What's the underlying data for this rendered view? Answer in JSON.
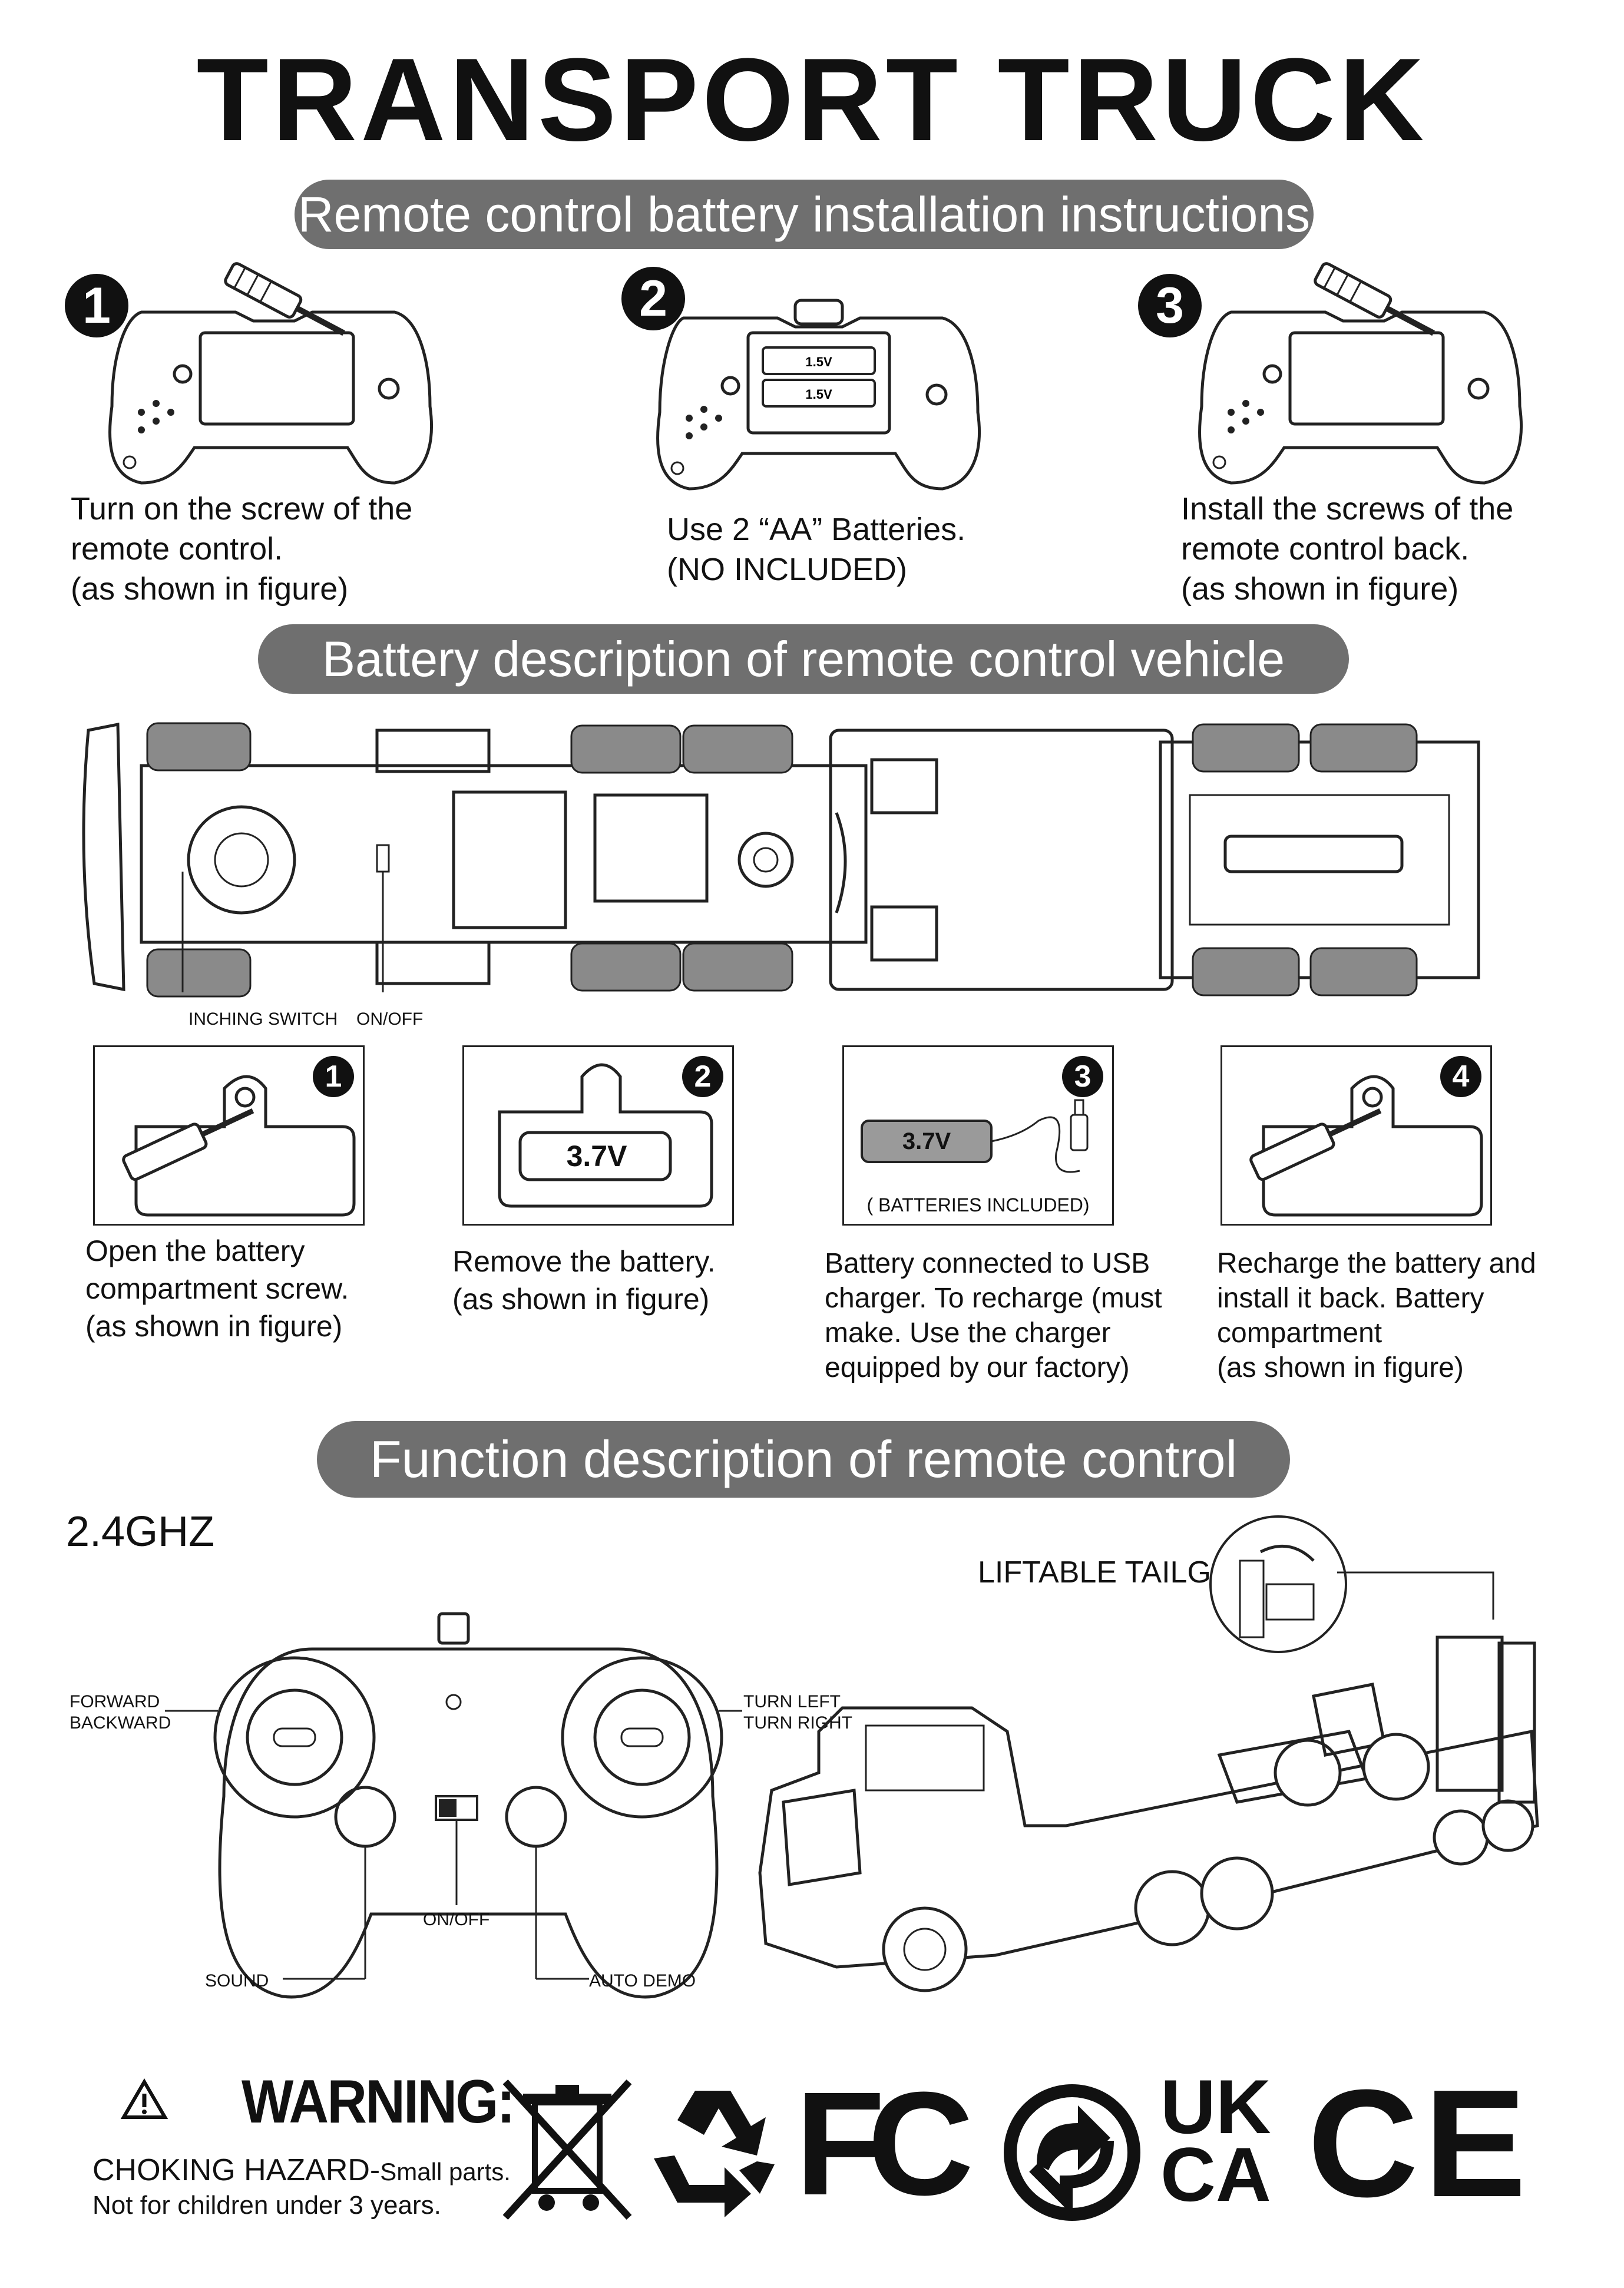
{
  "title": "TRANSPORT TRUCK",
  "sections": {
    "remote_battery": "Remote control battery installation instructions",
    "vehicle_battery": "Battery description of remote control vehicle",
    "function": "Function description of remote control"
  },
  "remote_steps": [
    {
      "num": "1",
      "text": "Turn on the screw of the\nremote control.\n(as shown in figure)"
    },
    {
      "num": "2",
      "text": "Use 2 “AA” Batteries.\n(NO INCLUDED)"
    },
    {
      "num": "3",
      "text": "Install the screws of the\nremote control back.\n(as shown in figure)"
    }
  ],
  "battery_cell_label": "1.5V",
  "chassis_labels": {
    "inching": "INCHING SWITCH",
    "onoff": "ON/OFF"
  },
  "vehicle_steps": [
    {
      "num": "1",
      "text": "Open the battery\ncompartment screw.\n(as shown in figure)"
    },
    {
      "num": "2",
      "text": "Remove the battery.\n(as shown in figure)"
    },
    {
      "num": "3",
      "text": "Battery connected to USB\ncharger. To recharge (must\nmake. Use the charger\nequipped by our factory)"
    },
    {
      "num": "4",
      "text": "Recharge the battery and\ninstall it back. Battery\ncompartment\n(as shown in figure)"
    }
  ],
  "battery_voltage": "3.7V",
  "batteries_included": "( BATTERIES INCLUDED)",
  "frequency": "2.4GHZ",
  "remote_labels": {
    "forward_backward": "FORWARD\nBACKWARD",
    "turn": "TURN LEFT\nTURN RIGHT",
    "onoff": "ON/OFF",
    "sound": "SOUND",
    "auto_demo": "AUTO DEMO"
  },
  "liftable_tailgate": "LIFTABLE TAILGATE",
  "warning": {
    "heading": "WARNING:",
    "hazard": "CHOKING HAZARD-",
    "small_parts": "Small parts.",
    "age": "Not for children under 3 years."
  },
  "marks": {
    "fcc": "FC",
    "ukca_top": "UK",
    "ukca_bottom": "CA",
    "ce": "CE"
  }
}
